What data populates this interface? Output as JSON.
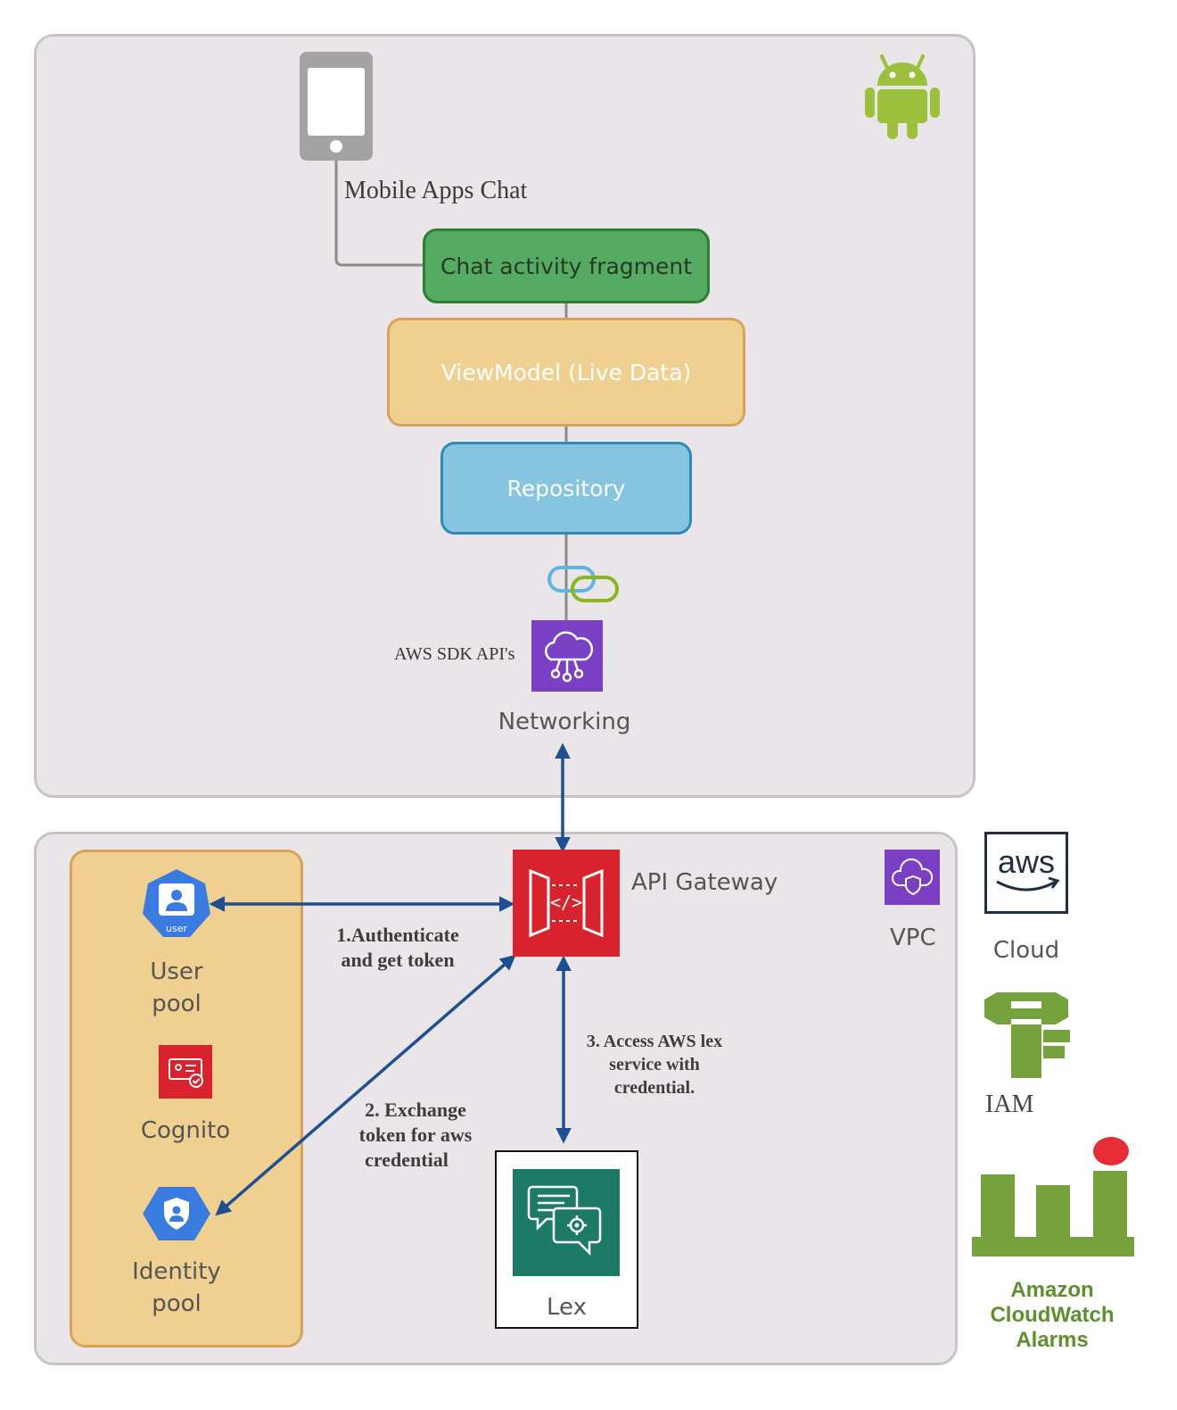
{
  "mobile": {
    "caption": "Mobile Apps Chat",
    "fragment": "Chat activity fragment",
    "viewmodel": "ViewModel (Live Data)",
    "repository": "Repository",
    "sdk": "AWS SDK API's",
    "networking": "Networking"
  },
  "cloud": {
    "api_gateway": "API Gateway",
    "vpc": "VPC",
    "user_pool_line1": "User",
    "user_pool_line2": "pool",
    "user_badge": "user",
    "cognito": "Cognito",
    "identity_pool_line1": "Identity",
    "identity_pool_line2": "pool",
    "lex": "Lex",
    "step1_line1": "1.Authenticate",
    "step1_line2": "and get token",
    "step2_line1": "2. Exchange",
    "step2_line2": "token for aws",
    "step2_line3": "credential",
    "step3_line1": "3. Access AWS lex",
    "step3_line2": "service with",
    "step3_line3": "credential."
  },
  "legend": {
    "aws_logo": "aws",
    "cloud": "Cloud",
    "iam": "IAM",
    "cw_line1": "Amazon",
    "cw_line2": "CloudWatch",
    "cw_line3": "Alarms"
  },
  "colors": {
    "fragment": "#56ab62",
    "viewmodel": "#f0d090",
    "repository": "#87c4df",
    "sdk": "#7b3fc4",
    "api_gateway": "#d8232f",
    "lex": "#1d7a67",
    "arrow": "#1d4f91",
    "aws_green": "#76a23d"
  }
}
